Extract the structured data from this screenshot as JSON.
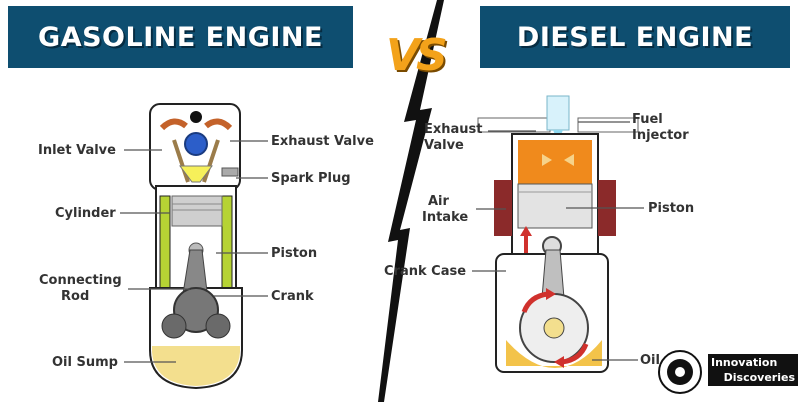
{
  "left_title": "GASOLINE ENGINE",
  "right_title": "DIESEL ENGINE",
  "vs_text": "VS",
  "gasoline_labels": {
    "inlet_valve": "Inlet Valve",
    "exhaust_valve": "Exhaust Valve",
    "spark_plug": "Spark Plug",
    "cylinder": "Cylinder",
    "piston": "Piston",
    "connecting_rod_1": "Connecting",
    "connecting_rod_2": "Rod",
    "crank": "Crank",
    "oil_sump": "Oil Sump"
  },
  "diesel_labels": {
    "exhaust_valve_1": "Exhaust",
    "exhaust_valve_2": "Valve",
    "fuel_injector_1": "Fuel",
    "fuel_injector_2": "Injector",
    "air_intake_1": "Air",
    "air_intake_2": "Intake",
    "piston": "Piston",
    "crank_case": "Crank Case",
    "oil": "Oil"
  },
  "logo": {
    "line1": "Innovation",
    "line2": "Discoveries"
  },
  "colors": {
    "banner": "#0e4e70",
    "vs": "#f3a21a",
    "cylinder_wall": "#b6d334",
    "oil": "#f3df8e",
    "combustion": "#f08a1c",
    "intake_block": "#8b2a2a",
    "arrow_red": "#d0312d"
  }
}
